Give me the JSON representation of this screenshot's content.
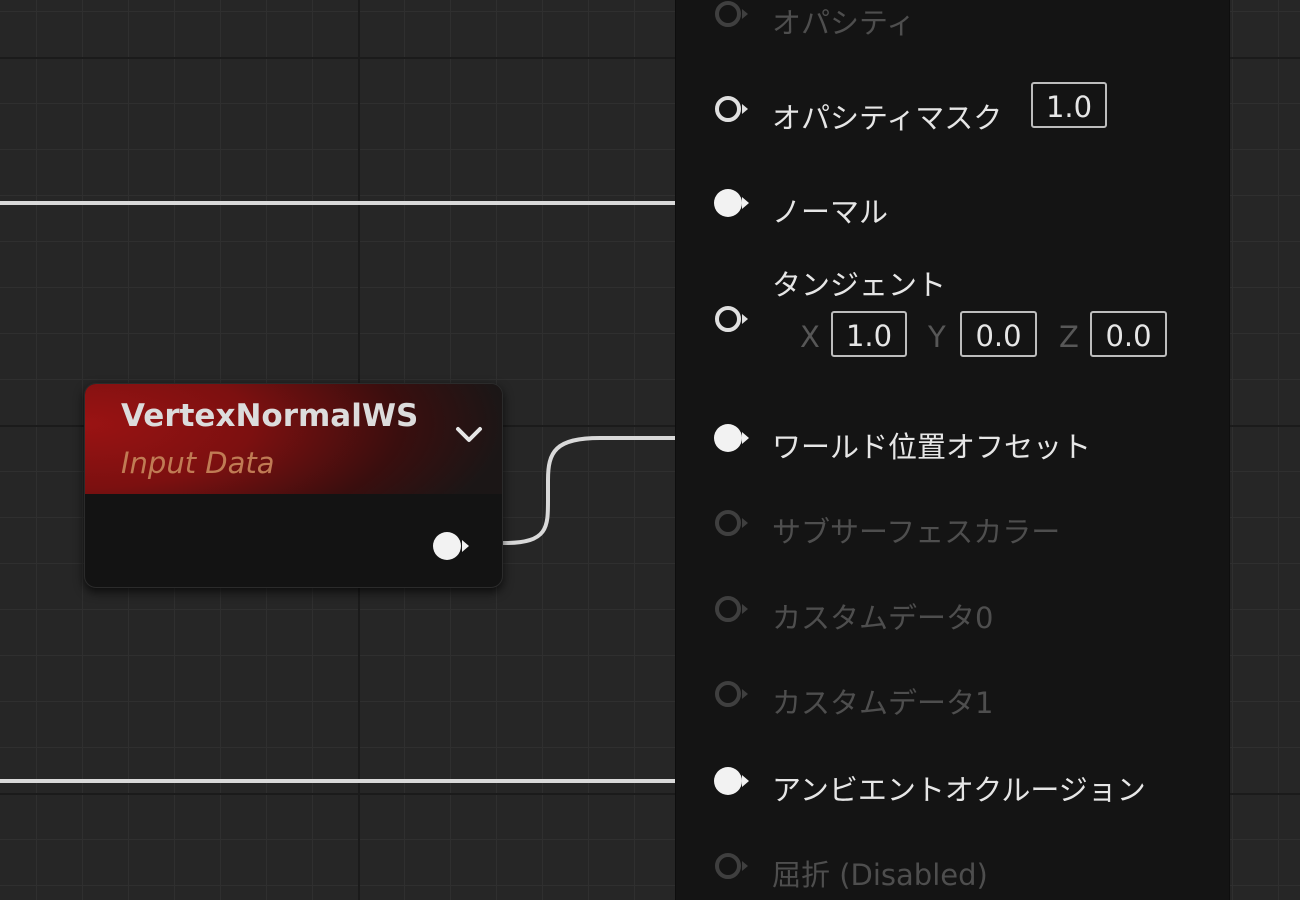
{
  "material_result": {
    "pins": [
      {
        "id": "opacity",
        "label": "オパシティ",
        "connected": false,
        "disabled": true
      },
      {
        "id": "opacity_mask",
        "label": "オパシティマスク",
        "connected": false,
        "disabled": false,
        "value": "1.0"
      },
      {
        "id": "normal",
        "label": "ノーマル",
        "connected": true,
        "disabled": false
      },
      {
        "id": "tangent",
        "label": "タンジェント",
        "connected": false,
        "disabled": false,
        "vector": {
          "x_label": "X",
          "x": "1.0",
          "y_label": "Y",
          "y": "0.0",
          "z_label": "Z",
          "z": "0.0"
        }
      },
      {
        "id": "world_position_offset",
        "label": "ワールド位置オフセット",
        "connected": true,
        "disabled": false
      },
      {
        "id": "subsurface_color",
        "label": "サブサーフェスカラー",
        "connected": false,
        "disabled": true
      },
      {
        "id": "custom_data_0",
        "label": "カスタムデータ0",
        "connected": false,
        "disabled": true
      },
      {
        "id": "custom_data_1",
        "label": "カスタムデータ1",
        "connected": false,
        "disabled": true
      },
      {
        "id": "ambient_occlusion",
        "label": "アンビエントオクルージョン",
        "connected": true,
        "disabled": false
      },
      {
        "id": "refraction",
        "label": "屈折 (Disabled)",
        "connected": false,
        "disabled": true
      }
    ]
  },
  "node": {
    "title": "VertexNormalWS",
    "subtitle": "Input Data",
    "header_color": "#8e1414",
    "subtitle_color": "#c07b54"
  },
  "icons": {
    "connected_pin": "filled-circle-pin-icon",
    "empty_pin": "hollow-circle-pin-icon",
    "collapse": "chevron-down-icon"
  }
}
